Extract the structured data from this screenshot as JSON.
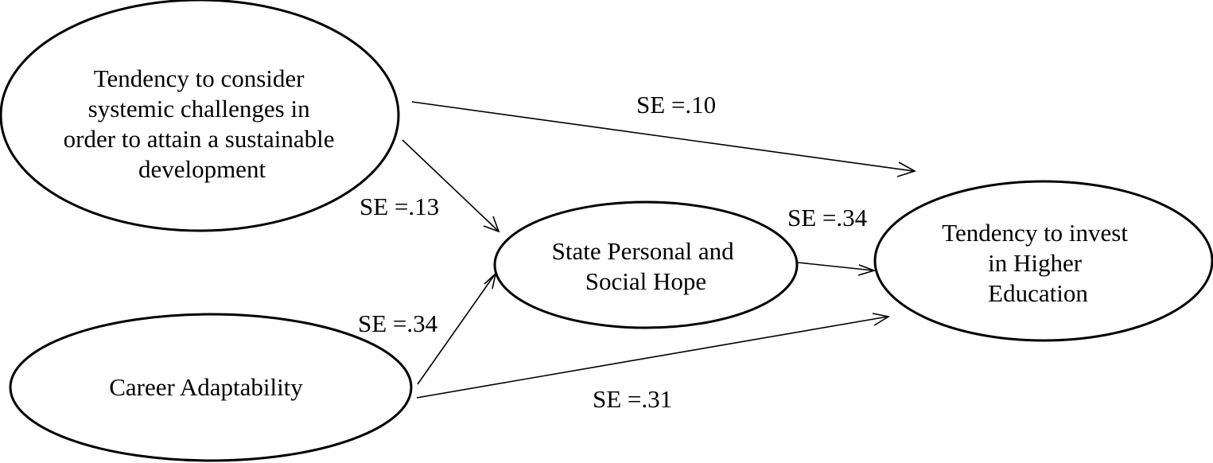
{
  "diagram": {
    "type": "path-diagram",
    "colors": {
      "stroke": "#000000",
      "background": "#ffffff",
      "text": "#000000"
    },
    "nodes": {
      "systemic": {
        "lines": [
          "Tendency to consider",
          "systemic challenges in",
          "order to attain a sustainable",
          "development"
        ]
      },
      "career": {
        "lines": [
          "Career Adaptability"
        ]
      },
      "hope": {
        "lines": [
          "State Personal and",
          "Social Hope"
        ]
      },
      "invest": {
        "lines": [
          "Tendency to invest",
          "in Higher",
          "Education"
        ]
      }
    },
    "edges": [
      {
        "from": "systemic",
        "to": "invest",
        "label": "SE =.10"
      },
      {
        "from": "systemic",
        "to": "hope",
        "label": "SE =.13"
      },
      {
        "from": "career",
        "to": "hope",
        "label": "SE =.34"
      },
      {
        "from": "hope",
        "to": "invest",
        "label": "SE =.34"
      },
      {
        "from": "career",
        "to": "invest",
        "label": "SE =.31"
      }
    ]
  }
}
